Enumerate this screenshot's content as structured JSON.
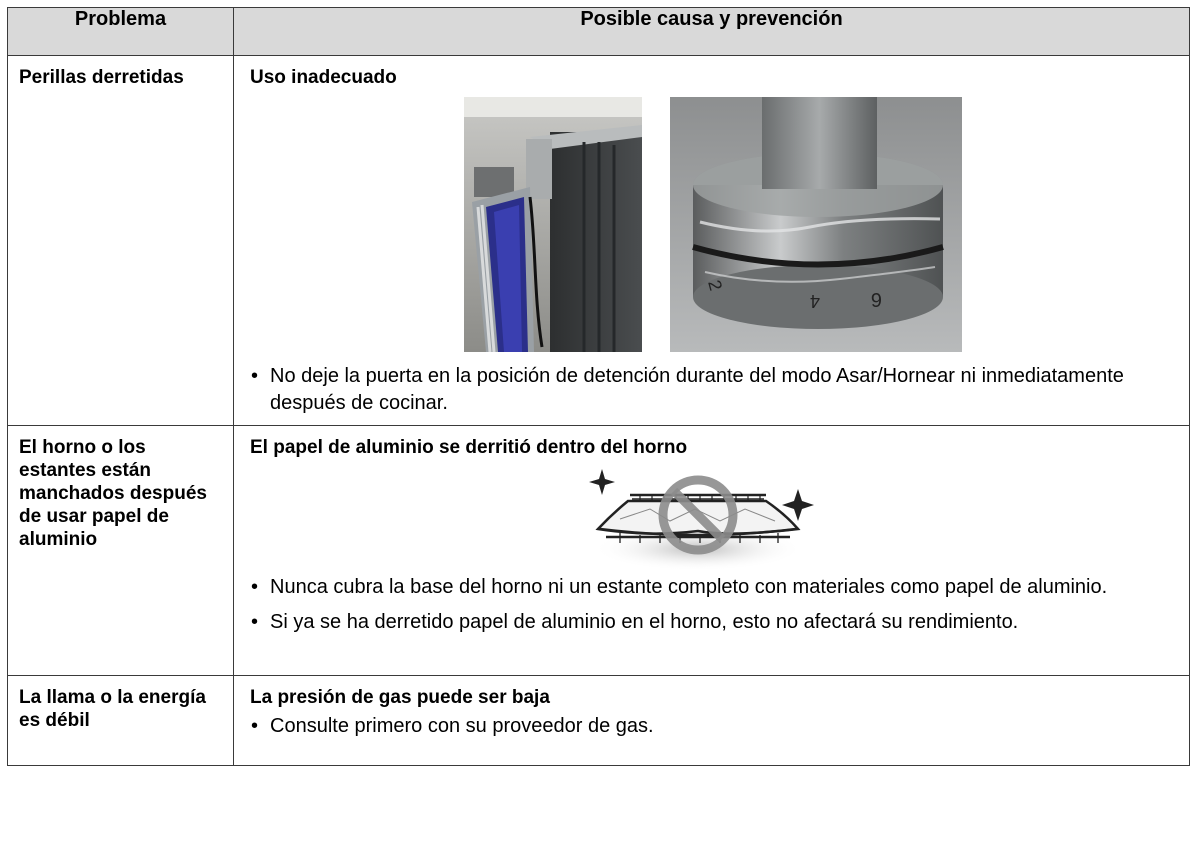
{
  "table": {
    "header": {
      "problem": "Problema",
      "cause": "Posible causa y prevención"
    },
    "rows": [
      {
        "problem": "Perillas derretidas",
        "cause_title": "Uso inadecuado",
        "bullets": [
          "No deje la puerta en la posición de detención durante del modo Asar/Hornear ni inmediatamente después de cocinar."
        ]
      },
      {
        "problem": "El horno o los estantes están manchados después de usar papel de aluminio",
        "cause_title": "El papel de aluminio se derritió dentro del horno",
        "bullets": [
          "Nunca cubra la base del horno ni un estante completo con materiales como papel de aluminio.",
          "Si ya se ha derretido papel de aluminio en el horno, esto no afectará su rendimiento."
        ]
      },
      {
        "problem": "La llama o la energía es débil",
        "cause_title": "La presión de gas puede ser baja",
        "bullets": [
          "Consulte primero con su proveedor de gas."
        ]
      }
    ]
  },
  "images": {
    "row1_left": "oven-door-open-photo",
    "row1_right": "melted-knob-closeup-photo",
    "row2": "prohibited-aluminum-foil-on-rack-illustration"
  },
  "knob_scale_marks": [
    "2",
    "4",
    "6"
  ],
  "colors": {
    "header_bg": "#d9d9d9",
    "border": "#3a3a3a",
    "prohibit_sign": "#8c8c8c"
  }
}
